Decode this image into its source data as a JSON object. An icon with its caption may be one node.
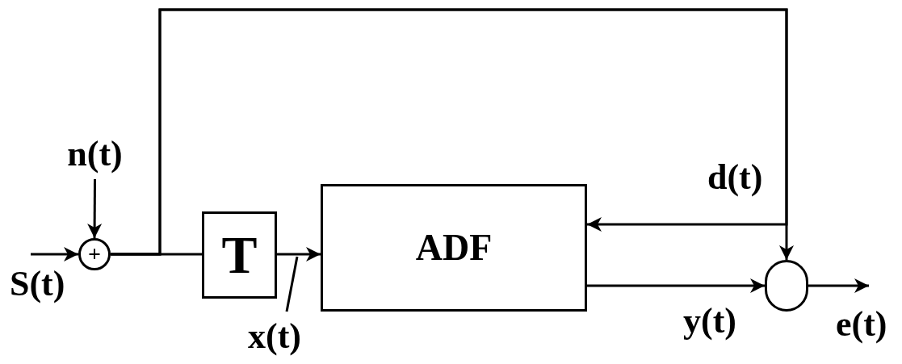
{
  "diagram": {
    "nodes": [
      {
        "text": [
          "n(t)"
        ]
      },
      {
        "text": [
          "+"
        ]
      },
      {
        "text": [
          "T"
        ]
      },
      {
        "text": [
          "ADF"
        ]
      },
      {
        "text": [],
        "shape": "circle"
      },
      {
        "text": [
          "x(t)"
        ]
      }
    ],
    "edges": [
      {
        "from": null,
        "to": 1,
        "arrow": "to"
      },
      {
        "from": 0,
        "to": 1,
        "arrow": "to"
      },
      {
        "from": 1,
        "to": 2,
        "arrow": "none"
      },
      {
        "from": 2,
        "to": 3,
        "arrow": "to"
      },
      {
        "from": 1,
        "to": 4,
        "arrow": "to"
      },
      {
        "from": 1,
        "to": 3,
        "arrow": "to",
        "label": "d(t)"
      },
      {
        "from": 3,
        "to": 4,
        "arrow": "to",
        "label": "y(t)"
      },
      {
        "from": 4,
        "to": null,
        "arrow": "to"
      },
      {
        "from": 5,
        "to": null,
        "arrow": "none"
      }
    ],
    "labels": [
      "S(t)",
      "e(t)"
    ]
  }
}
